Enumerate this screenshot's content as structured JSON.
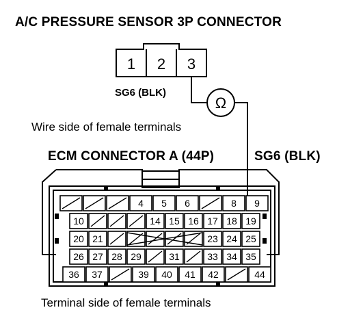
{
  "diagram": {
    "title": "A/C PRESSURE SENSOR 3P CONNECTOR",
    "sensor_pins": [
      "1",
      "2",
      "3"
    ],
    "sensor_wire_label": "SG6 (BLK)",
    "wire_side_label": "Wire side of female terminals",
    "ecm_title": "ECM CONNECTOR A (44P)",
    "ecm_wire_label": "SG6 (BLK)",
    "terminal_side_label": "Terminal side of female terminals",
    "meter_symbol": "Ω",
    "ecm_rows": [
      [
        "",
        "",
        "",
        "4",
        "5",
        "6",
        "",
        "8",
        "9"
      ],
      [
        "10",
        "",
        "",
        "",
        "14",
        "15",
        "16",
        "17",
        "18",
        "19"
      ],
      [
        "20",
        "21",
        "",
        "",
        "",
        "",
        "",
        "23",
        "24",
        "25"
      ],
      [
        "26",
        "27",
        "28",
        "29",
        "",
        "31",
        "",
        "33",
        "34",
        "35"
      ],
      [
        "36",
        "37",
        "",
        "39",
        "40",
        "41",
        "42",
        "",
        "44"
      ]
    ]
  }
}
